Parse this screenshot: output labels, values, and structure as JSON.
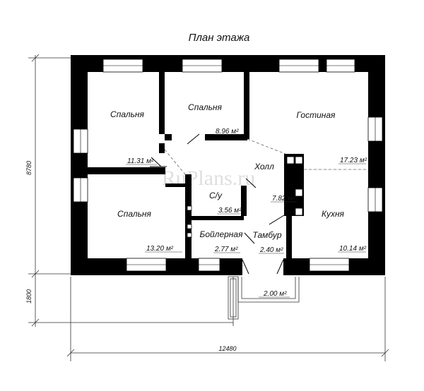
{
  "title": "План этажа",
  "watermark": "RuPlans.ru",
  "dimensions": {
    "width": "12480",
    "height": "8780",
    "porch": "1800"
  },
  "rooms": [
    {
      "name": "Спальня",
      "area": "11.31",
      "unit": "м²"
    },
    {
      "name": "Спальня",
      "area": "8.96",
      "unit": "м²"
    },
    {
      "name": "Гостиная",
      "area": "17.23",
      "unit": "м²"
    },
    {
      "name": "Холл",
      "area": "7.82",
      "unit": "м²"
    },
    {
      "name": "С/у",
      "area": "3.56",
      "unit": "м²"
    },
    {
      "name": "Спальня",
      "area": "13.20",
      "unit": "м²"
    },
    {
      "name": "Бойлерная",
      "area": "2.77",
      "unit": "м²"
    },
    {
      "name": "Тамбур",
      "area": "2.40",
      "unit": "м²"
    },
    {
      "name": "Кухня",
      "area": "10.14",
      "unit": "м²"
    }
  ],
  "porch": {
    "area": "2.00",
    "unit": "м²"
  },
  "colors": {
    "wall": "#000000",
    "line": "#333333",
    "background": "#ffffff"
  }
}
